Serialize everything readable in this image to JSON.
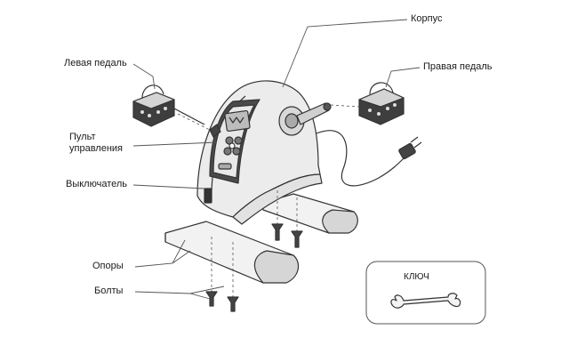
{
  "labels": {
    "housing": "Корпус",
    "left_pedal": "Левая педаль",
    "right_pedal": "Правая педаль",
    "control_panel_line1": "Пульт",
    "control_panel_line2": "управления",
    "switch": "Выключатель",
    "supports": "Опоры",
    "bolts": "Болты",
    "key": "КЛЮЧ"
  },
  "colors": {
    "outline": "#333333",
    "body_fill": "#eeeeee",
    "dark_part": "#4a4a4a",
    "panel_fill": "#dcdcdc"
  }
}
